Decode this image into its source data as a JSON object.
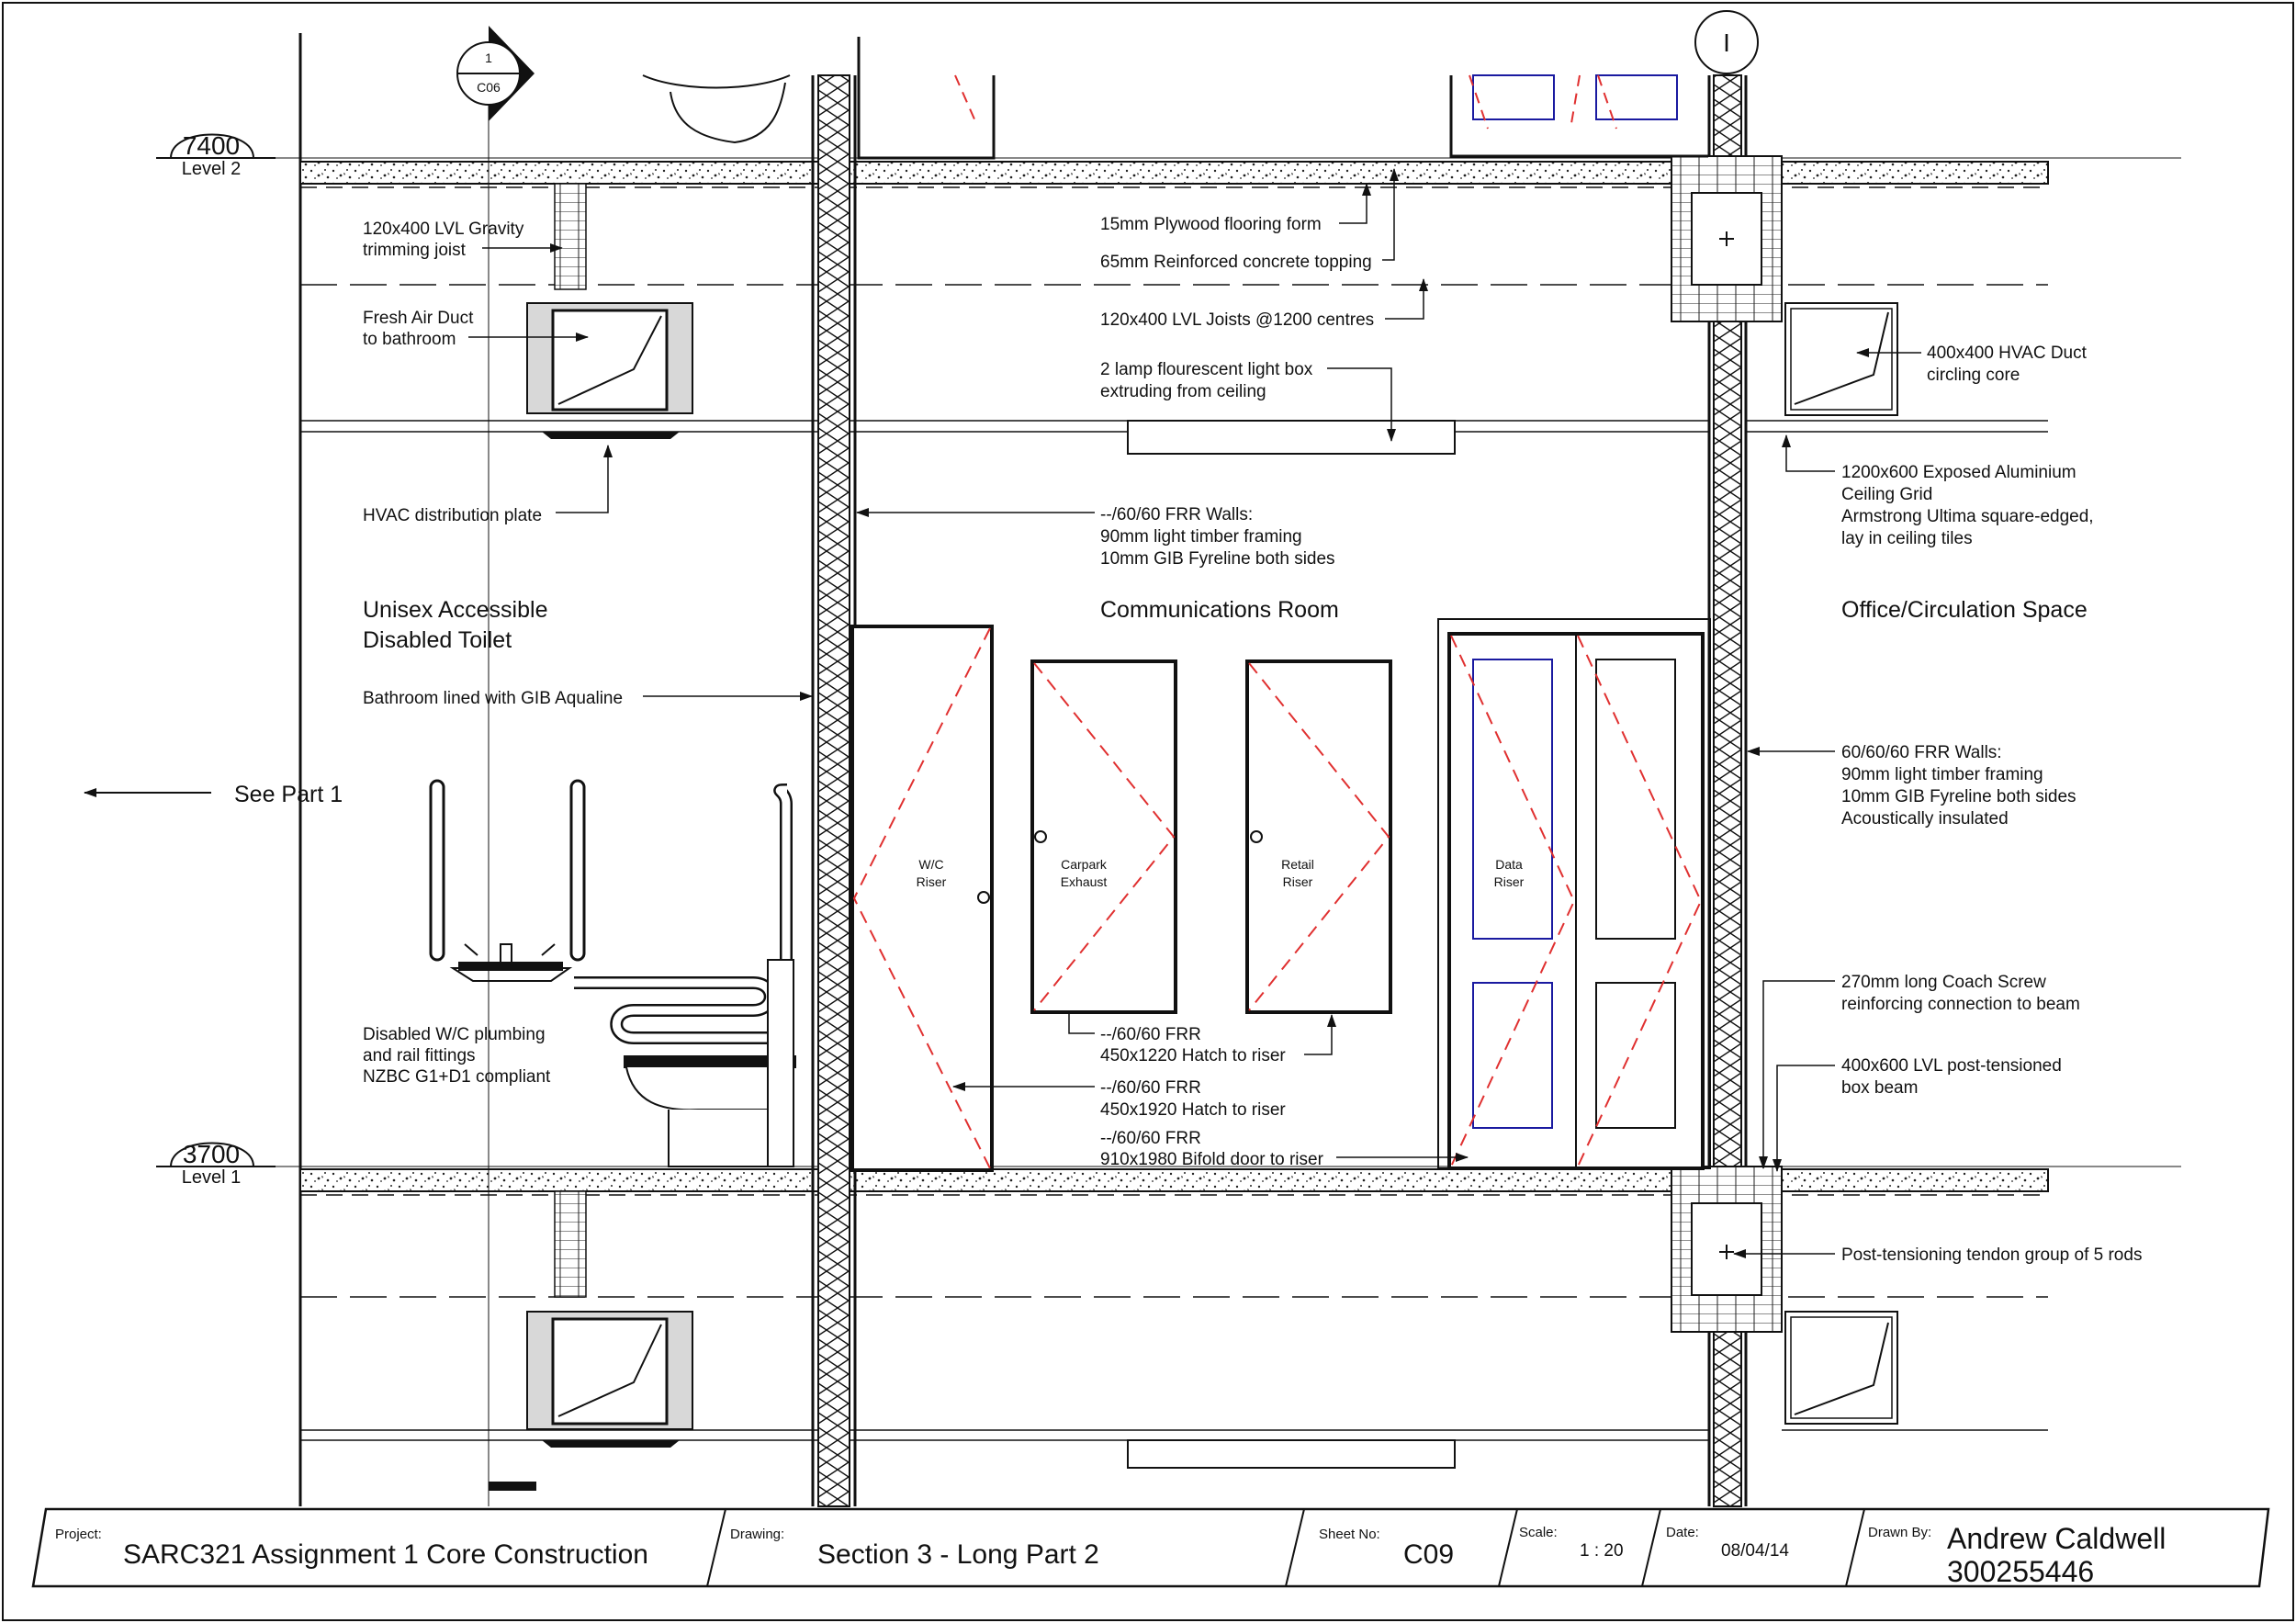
{
  "levels": {
    "upper": {
      "elevation": "7400",
      "name": "Level 2"
    },
    "lower": {
      "elevation": "3700",
      "name": "Level 1"
    }
  },
  "section_marker": {
    "number": "1",
    "sheet": "C06"
  },
  "grid_marker": {
    "label": "I"
  },
  "rooms": {
    "toilet_line1": "Unisex Accessible",
    "toilet_line2": "Disabled Toilet",
    "comms": "Communications Room",
    "office": "Office/Circulation Space"
  },
  "see_part": "See Part 1",
  "notes": {
    "lvl_trim": [
      "120x400 LVL Gravity",
      "trimming joist"
    ],
    "fresh_air": [
      "Fresh Air Duct",
      "to bathroom"
    ],
    "hvac_plate": [
      "HVAC distribution plate"
    ],
    "aqualine": [
      "Bathroom lined with GIB Aqualine"
    ],
    "disabled_wc": [
      "Disabled W/C plumbing",
      "and rail fittings",
      "NZBC G1+D1 compliant"
    ],
    "plywood": [
      "15mm Plywood flooring form"
    ],
    "concrete": [
      "65mm Reinforced concrete topping"
    ],
    "joists": [
      "120x400 LVL Joists @1200 centres"
    ],
    "lightbox": [
      "2 lamp flourescent light box",
      "extruding from ceiling"
    ],
    "frr_walls": [
      "--/60/60 FRR Walls:",
      "90mm light timber framing",
      "10mm GIB Fyreline both sides"
    ],
    "hatch1220": [
      "--/60/60 FRR",
      "450x1220 Hatch to riser"
    ],
    "hatch1920": [
      "--/60/60 FRR",
      "450x1920 Hatch to riser"
    ],
    "bifold": [
      "--/60/60 FRR",
      "910x1980 Bifold door to riser"
    ],
    "hvac_duct": [
      "400x400 HVAC Duct",
      "circling core"
    ],
    "ceiling_grid": [
      "1200x600 Exposed Aluminium",
      "Ceiling Grid",
      "Armstrong Ultima square-edged,",
      "lay in ceiling tiles"
    ],
    "frr_walls_right": [
      "60/60/60 FRR Walls:",
      "90mm light timber framing",
      "10mm GIB Fyreline both sides",
      "Acoustically insulated"
    ],
    "coach_screw": [
      "270mm long Coach Screw",
      "reinforcing connection to beam"
    ],
    "box_beam": [
      "400x600 LVL post-tensioned",
      "box beam"
    ],
    "tendon": [
      "Post-tensioning tendon group of 5 rods"
    ]
  },
  "doors": {
    "wc": [
      "W/C",
      "Riser"
    ],
    "carpark": [
      "Carpark",
      "Exhaust"
    ],
    "retail": [
      "Retail",
      "Riser"
    ],
    "data": [
      "Data",
      "Riser"
    ]
  },
  "title_block": {
    "project_label": "Project:",
    "project": "SARC321 Assignment 1 Core Construction",
    "drawing_label": "Drawing:",
    "drawing": "Section 3 - Long Part 2",
    "sheet_label": "Sheet No:",
    "sheet": "C09",
    "scale_label": "Scale:",
    "scale": "1 : 20",
    "date_label": "Date:",
    "date": "08/04/14",
    "drawn_label": "Drawn By:",
    "drawn_name": "Andrew Caldwell",
    "drawn_id": "300255446"
  },
  "colors": {
    "line": "#111111",
    "dash_red": "#e03030",
    "panel_blue": "#1a1aa0",
    "duct_fill": "#d8d8d8"
  }
}
